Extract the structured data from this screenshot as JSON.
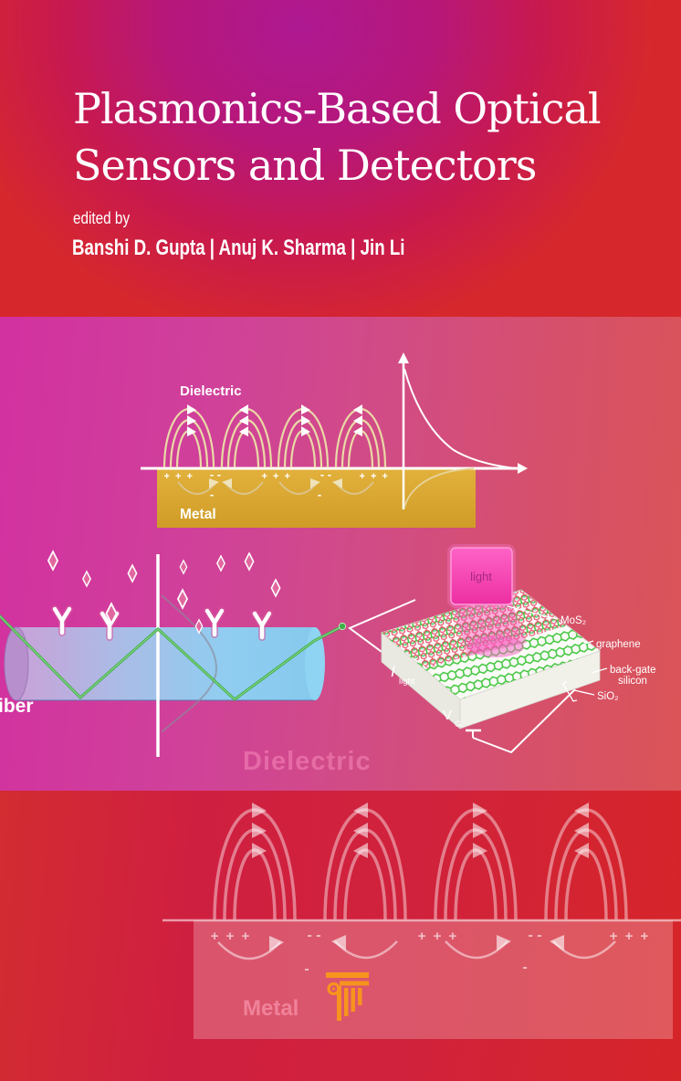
{
  "cover": {
    "title_line1": "Plasmonics-Based Optical",
    "title_line2": "Sensors and Detectors",
    "edited_by_label": "edited by",
    "editors": "Banshi D. Gupta | Anuj K. Sharma | Jin Li"
  },
  "spp_diagram": {
    "dielectric_label": "Dielectric",
    "metal_label": "Metal",
    "charges": {
      "plus": "+ + +",
      "minus": "- -",
      "single_minus": "-"
    }
  },
  "fiber_diagram": {
    "fiber_label": "fiber",
    "dielectric_watermark": "Dielectric"
  },
  "device_diagram": {
    "light_label": "light",
    "mos2_label": "MoS₂",
    "graphene_label": "graphene",
    "backgate_label_line1": "back-gate",
    "backgate_label_line2": "silicon",
    "sio2_label": "SiO₂",
    "current_symbol": "I",
    "current_subscript": "light",
    "gate_symbol": "V",
    "gate_subscript": "G"
  },
  "bottom_diagram": {
    "metal_label": "Metal",
    "charges": {
      "plus": "+ + +",
      "minus": "- -",
      "single_minus": "-"
    }
  },
  "publisher": {
    "logo_name": "jenny-stanford-column-logo"
  },
  "colors": {
    "magenta_hotspot": "#ae1891",
    "red_base": "#d6282c",
    "band_pink": "#d231a0",
    "metal_gold": "#d9a62e",
    "ray_green": "#3fae47",
    "graphene_green": "#3ec53b",
    "mos2_red": "#e85570",
    "light_pink": "#ef3fae",
    "fiber_blue": "#8fd2f2",
    "logo_orange": "#f7941d"
  }
}
